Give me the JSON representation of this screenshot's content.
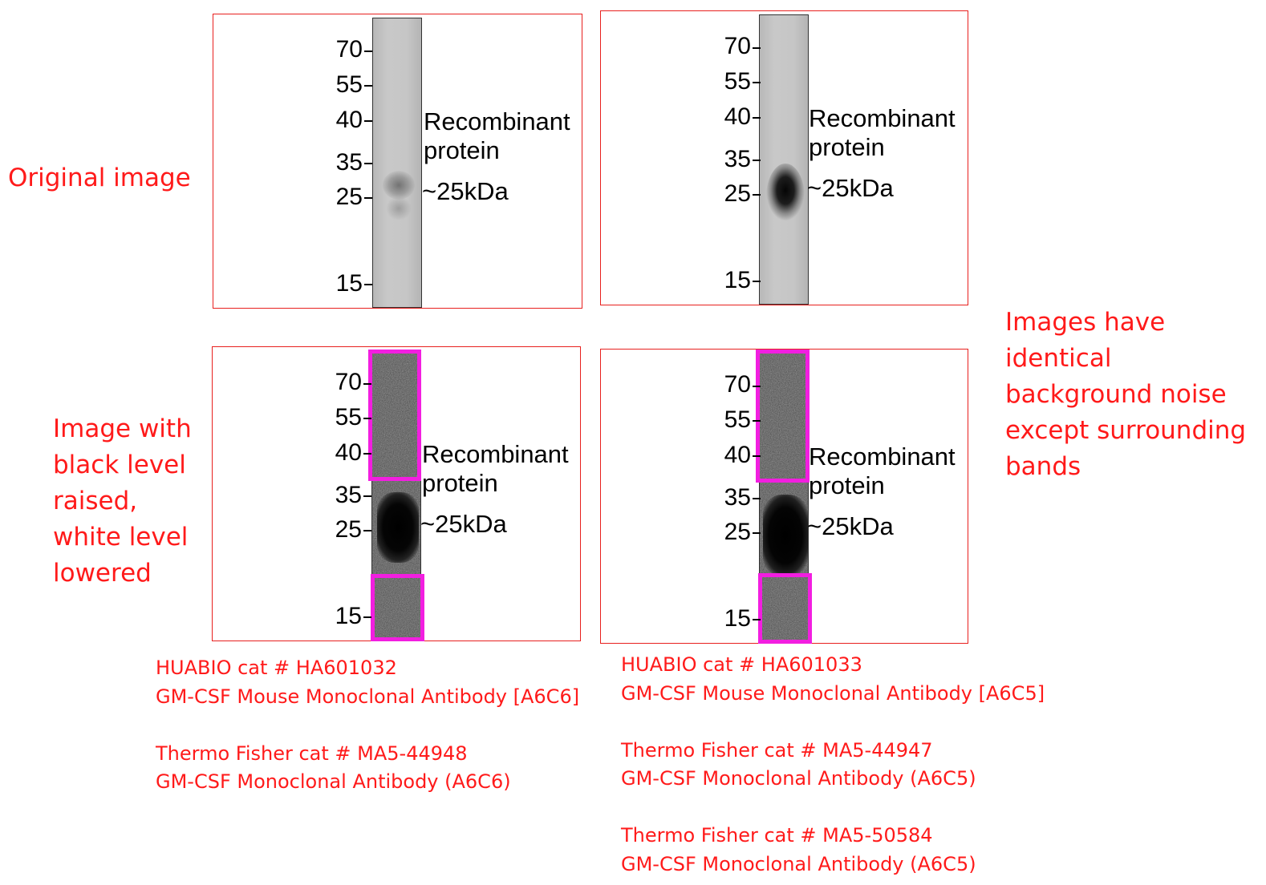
{
  "row_labels": {
    "original": "Original image",
    "adjusted": [
      "Image with",
      "black level",
      "raised,",
      "white level",
      "lowered"
    ]
  },
  "note": [
    "Images have",
    "identical",
    "background noise",
    "except surrounding",
    "bands"
  ],
  "markers": [
    "70",
    "55",
    "40",
    "35",
    "25",
    "15"
  ],
  "band_label": [
    "Recombinant",
    "protein",
    "~25kDa"
  ],
  "captions": {
    "left": [
      "HUABIO cat # HA601032",
      "GM-CSF Mouse Monoclonal Antibody [A6C6]",
      "",
      "Thermo Fisher cat # MA5-44948",
      "GM-CSF Monoclonal Antibody (A6C6)"
    ],
    "right": [
      "HUABIO cat # HA601033",
      "GM-CSF Mouse Monoclonal Antibody [A6C5]",
      "",
      "Thermo Fisher cat # MA5-44947",
      "GM-CSF Monoclonal Antibody (A6C5)",
      "",
      "Thermo Fisher cat # MA5-50584",
      "GM-CSF Monoclonal Antibody (A6C5)"
    ]
  },
  "colors": {
    "annotation": "#ff1a1a",
    "panel_border": "#e8201e",
    "highlight": "#f21ee0"
  }
}
